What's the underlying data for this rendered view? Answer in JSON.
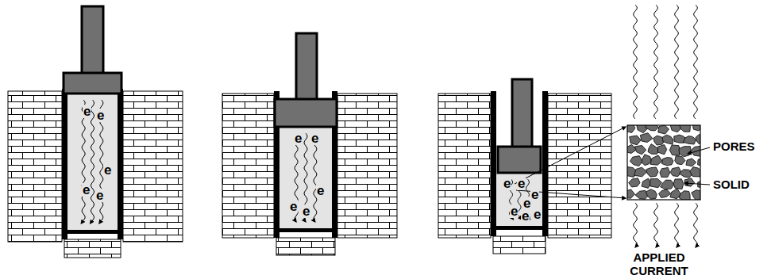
{
  "diagram": {
    "labels": [
      "e",
      "e",
      "e",
      "e",
      "e",
      "e",
      "e",
      "e",
      "e",
      "e",
      "e",
      "e",
      "e",
      "e",
      "e",
      "e",
      "e",
      "PORES",
      "SOLID",
      "APPLIED CURRENT"
    ]
  }
}
